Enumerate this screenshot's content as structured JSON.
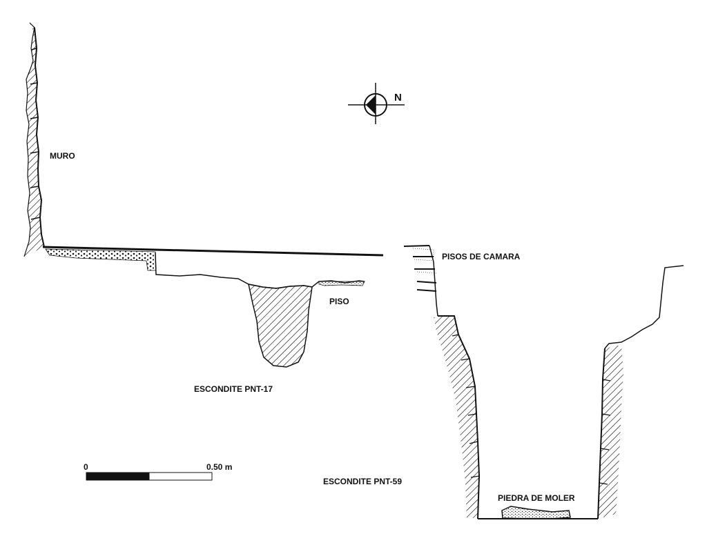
{
  "labels": {
    "muro": "MURO",
    "pisos_de_camara": "PISOS DE CAMARA",
    "piso": "PISO",
    "escondite_pnt17": "ESCONDITE PNT-17",
    "escondite_pnt59": "ESCONDITE PNT-59",
    "piedra_de_moler": "PIEDRA DE MOLER"
  },
  "north_arrow": {
    "letter": "N",
    "icon": "north-arrow-icon"
  },
  "scale_bar": {
    "start_label": "0",
    "end_label": "0.50 m",
    "segments": 2
  },
  "colors": {
    "ink": "#111111",
    "paper": "#ffffff"
  }
}
